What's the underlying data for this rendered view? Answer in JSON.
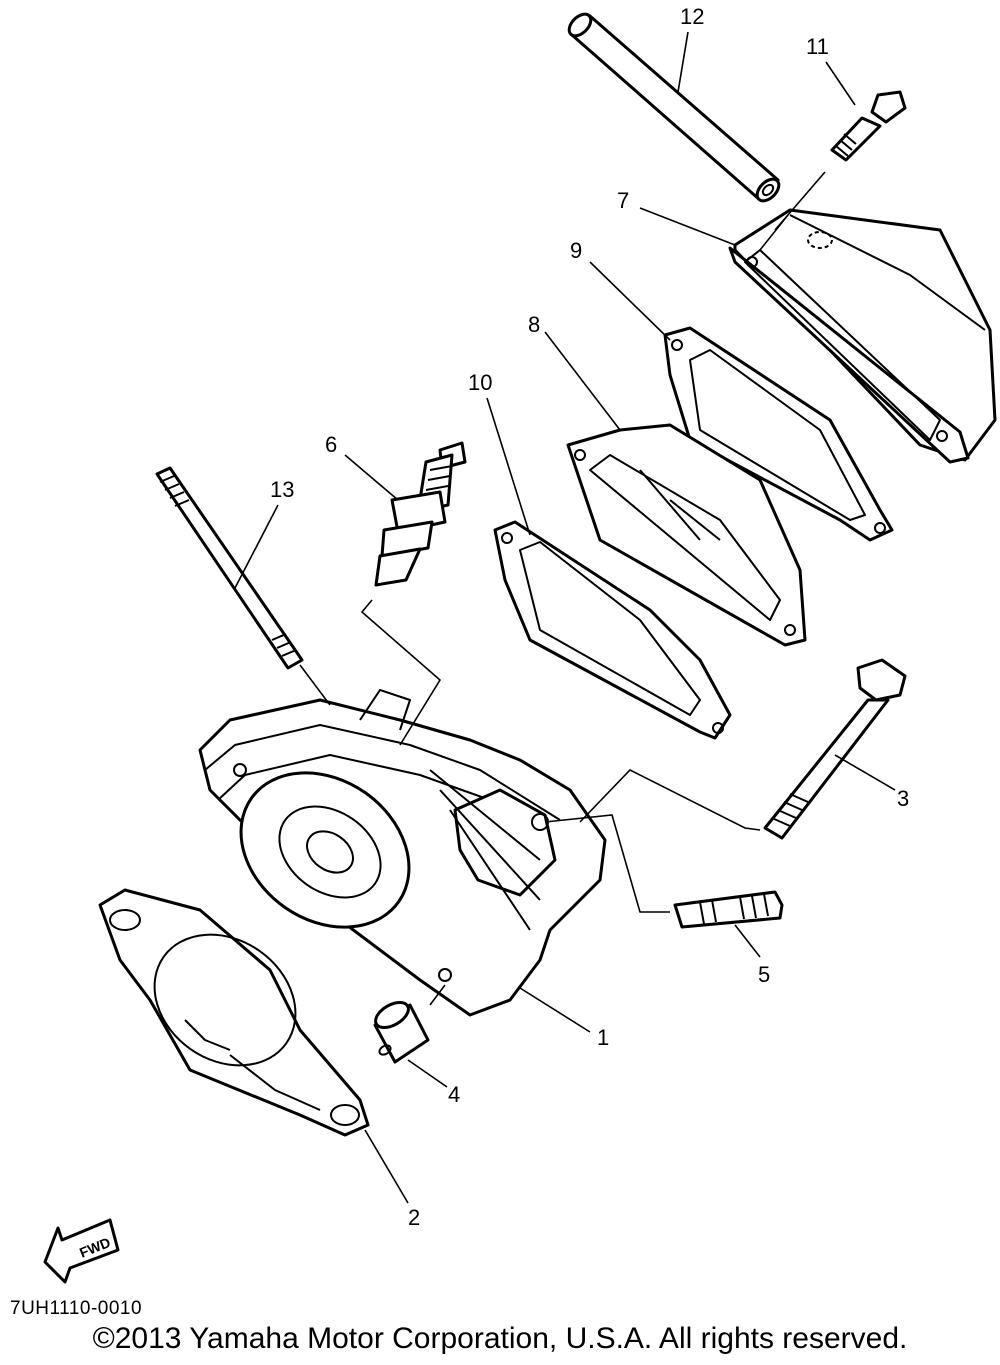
{
  "callouts": [
    {
      "id": "p1",
      "label": "1"
    },
    {
      "id": "p2",
      "label": "2"
    },
    {
      "id": "p3",
      "label": "3"
    },
    {
      "id": "p4",
      "label": "4"
    },
    {
      "id": "p5",
      "label": "5"
    },
    {
      "id": "p6",
      "label": "6"
    },
    {
      "id": "p7",
      "label": "7"
    },
    {
      "id": "p8",
      "label": "8"
    },
    {
      "id": "p9",
      "label": "9"
    },
    {
      "id": "p10",
      "label": "10"
    },
    {
      "id": "p11",
      "label": "11"
    },
    {
      "id": "p12",
      "label": "12"
    },
    {
      "id": "p13",
      "label": "13"
    }
  ],
  "fwd_label": "FWD",
  "drawing_code": "7UH1110-0010",
  "copyright": "©2013 Yamaha Motor Corporation, U.S.A. All rights reserved."
}
